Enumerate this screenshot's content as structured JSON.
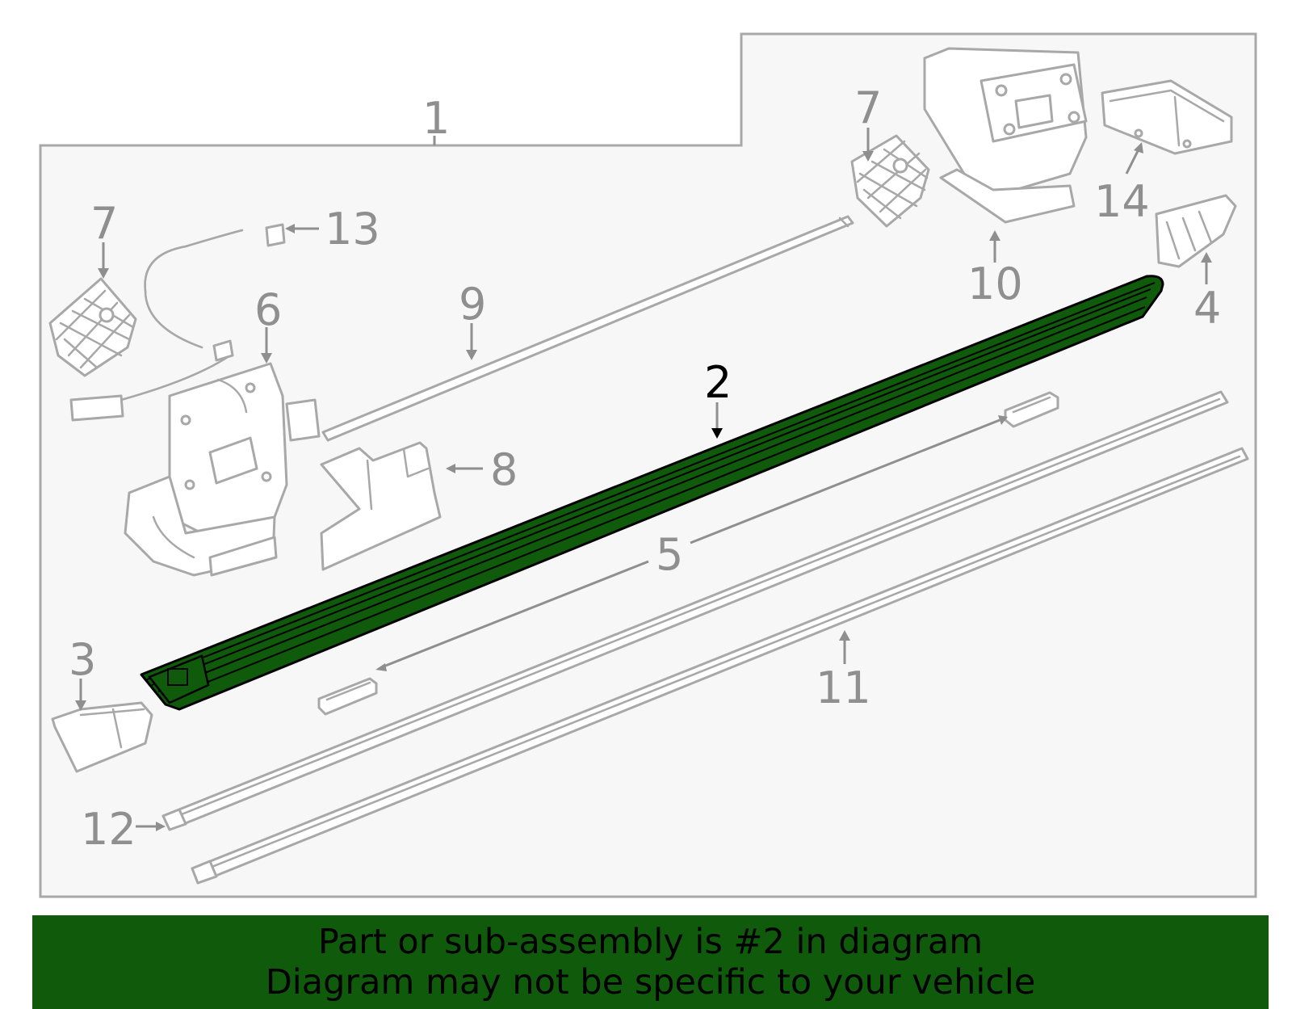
{
  "diagram": {
    "callouts": {
      "c1": "1",
      "c2": "2",
      "c3": "3",
      "c4": "4",
      "c5": "5",
      "c6": "6",
      "c7a": "7",
      "c7b": "7",
      "c8": "8",
      "c9": "9",
      "c10": "10",
      "c11": "11",
      "c12": "12",
      "c13": "13",
      "c14": "14"
    },
    "highlight_color": "#0f5a0b",
    "line_color": "#a8a8a8",
    "label_color": "#8f8f8f"
  },
  "banner": {
    "line1": "Part or sub-assembly is #2 in diagram",
    "line2": "Diagram may not be specific to your vehicle",
    "background": "#0f5a0b"
  }
}
